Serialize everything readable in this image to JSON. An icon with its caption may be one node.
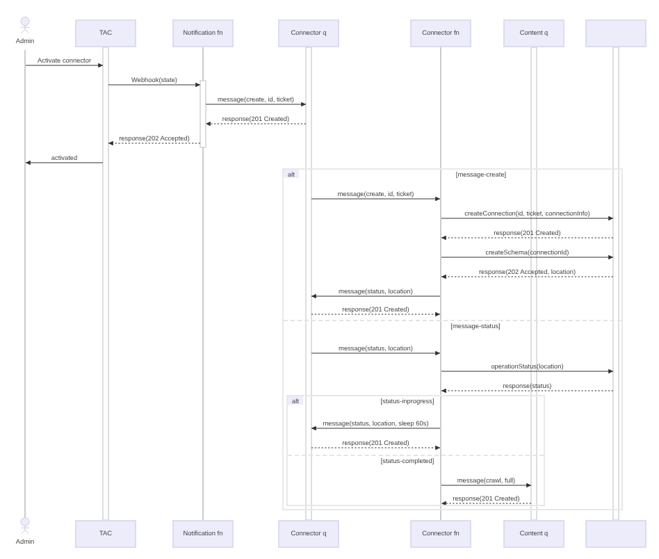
{
  "diagram": {
    "nodes": [
      {
        "text": [
          "Admin"
        ]
      },
      {
        "text": [
          "TAC"
        ]
      },
      {
        "text": [
          "Notification fn"
        ]
      },
      {
        "text": [
          "Connector q"
        ]
      },
      {
        "text": [
          "Connector fn"
        ]
      },
      {
        "text": [
          "Content q"
        ]
      },
      {
        "text": [],
        "shape": "box"
      },
      {
        "text": [],
        "shape": "bar"
      },
      {
        "text": [],
        "shape": "bar"
      },
      {
        "text": [],
        "shape": "bar"
      },
      {
        "text": [],
        "shape": "bar"
      },
      {
        "text": [],
        "shape": "bar"
      },
      {
        "text": [],
        "shape": "bar"
      },
      {
        "text": [],
        "shape": "bar"
      },
      {
        "text": [
          "[message-create]",
          "[message-status]"
        ]
      },
      {
        "text": [
          "alt"
        ],
        "in": 14
      },
      {
        "text": [
          "[status-inprogress]",
          "[status-completed]"
        ],
        "in": 14
      },
      {
        "text": [
          "alt"
        ],
        "in": 16
      },
      {
        "text": [
          "Admin"
        ]
      },
      {
        "text": [
          "TAC"
        ]
      },
      {
        "text": [
          "Notification fn"
        ]
      },
      {
        "text": [
          "Connector q"
        ]
      },
      {
        "text": [
          "Connector fn"
        ]
      },
      {
        "text": [
          "Content q"
        ]
      },
      {
        "text": [],
        "shape": "box"
      }
    ],
    "edges": [
      {
        "from": 7,
        "to": 8,
        "arrow": "to",
        "label": "Activate connector"
      },
      {
        "from": 8,
        "to": 9,
        "arrow": "to",
        "label": "Webhook(state)"
      },
      {
        "from": 9,
        "to": 10,
        "arrow": "to",
        "label": "message(create, id, ticket)"
      },
      {
        "from": 10,
        "to": 9,
        "arrow": "to",
        "label": "response(201 Created)",
        "style": "dashed"
      },
      {
        "from": 9,
        "to": 8,
        "arrow": "to",
        "label": "response(202 Accepted)",
        "style": "dashed"
      },
      {
        "from": 8,
        "to": 7,
        "arrow": "to",
        "label": "activated"
      },
      {
        "from": 10,
        "to": 11,
        "arrow": "to",
        "label": "message(create, id, ticket)"
      },
      {
        "from": 11,
        "to": 13,
        "arrow": "to",
        "label": "createConnection(id, ticket, connectionInfo)"
      },
      {
        "from": 13,
        "to": 11,
        "arrow": "to",
        "label": "response(201 Created)",
        "style": "dashed"
      },
      {
        "from": 11,
        "to": 13,
        "arrow": "to",
        "label": "createSchema(connectionId)"
      },
      {
        "from": 13,
        "to": 11,
        "arrow": "to",
        "label": "response(202 Accepted, location)",
        "style": "dashed"
      },
      {
        "from": 11,
        "to": 10,
        "arrow": "to",
        "label": "message(status, location)"
      },
      {
        "from": 10,
        "to": 11,
        "arrow": "to",
        "label": "response(201 Created)",
        "style": "dashed"
      },
      {
        "from": 10,
        "to": 11,
        "arrow": "to",
        "label": "message(status, location)"
      },
      {
        "from": 11,
        "to": 13,
        "arrow": "to",
        "label": "operationStatus(location)"
      },
      {
        "from": 13,
        "to": 11,
        "arrow": "to",
        "label": "response(status)",
        "style": "dashed"
      },
      {
        "from": 11,
        "to": 10,
        "arrow": "to",
        "label": "message(status, location, sleep 60s)"
      },
      {
        "from": 10,
        "to": 11,
        "arrow": "to",
        "label": "response(201 Created)",
        "style": "dashed"
      },
      {
        "from": 11,
        "to": 12,
        "arrow": "to",
        "label": "message(crawl, full)"
      },
      {
        "from": 12,
        "to": 11,
        "arrow": "to",
        "label": "response(201 Created)",
        "style": "dashed"
      }
    ]
  }
}
